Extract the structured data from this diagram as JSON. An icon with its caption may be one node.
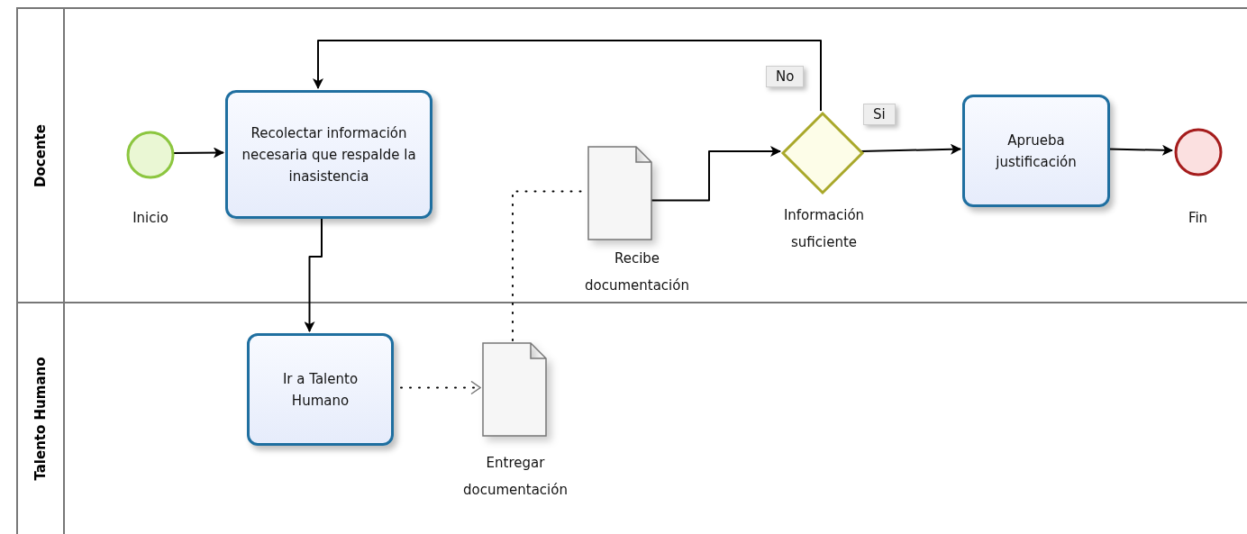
{
  "diagram": {
    "nodes": [
      {
        "text": [
          "Docente"
        ]
      },
      {
        "text": [
          "Talento Humano"
        ]
      },
      {
        "text": [],
        "shape": "circle",
        "beside": [
          "Inicio"
        ],
        "in": 0
      },
      {
        "text": [
          "Recolectar información necesaria que respalde la inasistencia"
        ],
        "in": 0
      },
      {
        "text": [],
        "shape": "document",
        "beside": [
          "Recibe documentación"
        ],
        "in": 0
      },
      {
        "text": [],
        "shape": "diamond",
        "beside": [
          "Información suficiente"
        ],
        "in": 0
      },
      {
        "text": [
          "Aprueba justificación"
        ],
        "in": 0
      },
      {
        "text": [],
        "shape": "circle",
        "beside": [
          "Fin"
        ],
        "in": 0
      },
      {
        "text": [
          "Ir a Talento Humano"
        ],
        "in": 1
      },
      {
        "text": [],
        "shape": "document",
        "beside": [
          "Entregar documentación"
        ],
        "in": 1
      }
    ],
    "edges": [
      {
        "from": 2,
        "to": 3,
        "arrow": "to"
      },
      {
        "from": 3,
        "to": 8,
        "arrow": "to"
      },
      {
        "from": 8,
        "to": 9,
        "arrow": "to",
        "style": "dashed"
      },
      {
        "from": 9,
        "to": 4,
        "arrow": "none",
        "style": "dashed"
      },
      {
        "from": 4,
        "to": 5,
        "arrow": "to"
      },
      {
        "from": 5,
        "to": 6,
        "arrow": "to",
        "label": "Si"
      },
      {
        "from": 5,
        "to": 3,
        "arrow": "to",
        "label": "No"
      },
      {
        "from": 6,
        "to": 7,
        "arrow": "to"
      }
    ]
  }
}
